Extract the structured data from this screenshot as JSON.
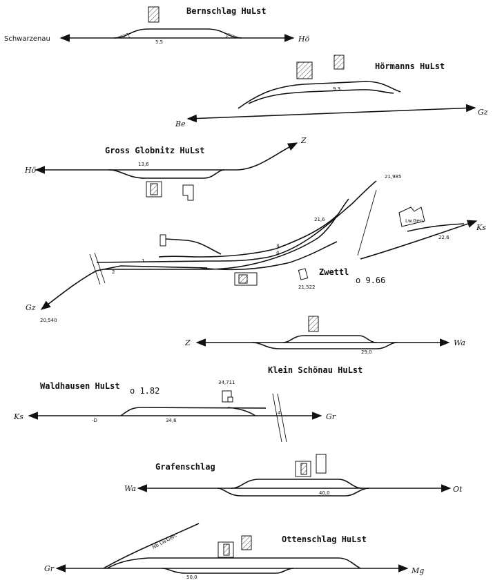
{
  "stations": [
    {
      "name": "Bernschlag HuLst",
      "left": "Schwarzenau",
      "right": "Hö",
      "km": "5,5"
    },
    {
      "name": "Hörmanns HuLst",
      "left": "Be",
      "right": "Gz",
      "km": "9,3"
    },
    {
      "name": "Gross Globnitz HuLst",
      "left": "Hö",
      "right": "Z",
      "km": "13,6"
    },
    {
      "name": "Zwettl",
      "km_start": "20,540",
      "km_end": "21,985",
      "km_mark": "21,522",
      "left": "Gz",
      "km_a": "21,6",
      "km_b": "22,6",
      "right": "Ks",
      "building": "Lw.Gen.",
      "track1": "1",
      "track2": "2",
      "track3": "3",
      "track4": "4",
      "stamp": "o 9.66"
    },
    {
      "name": "Klein Schönau HuLst",
      "left": "Z",
      "right": "Wa",
      "km": "29,0"
    },
    {
      "name": "Waldhausen HuLst",
      "stamp": "o 1.82",
      "left": "Ks",
      "right": "Gr",
      "km": "34,6",
      "km_top": "34,711",
      "mark": "-D",
      "sign": "4"
    },
    {
      "name": "Grafenschlag",
      "left": "Wa",
      "right": "Ot",
      "km": "40,0"
    },
    {
      "name": "Ottenschlag HuLst",
      "left": "Gr",
      "right": "Mg",
      "km": "50,0",
      "branch": "Nb Lw.Gen."
    }
  ]
}
